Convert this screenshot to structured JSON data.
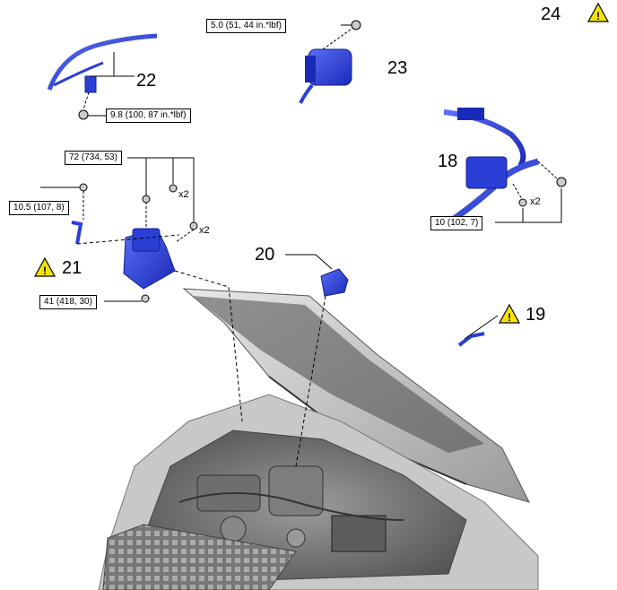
{
  "callouts": {
    "c18": "18",
    "c19": "19",
    "c20": "20",
    "c21": "21",
    "c22": "22",
    "c23": "23",
    "c24": "24"
  },
  "torque_specs": {
    "t23": "5.0 (51, 44 in.*lbf)",
    "t22": "9.8 (100, 87 in.*lbf)",
    "t21_main": "72 (734, 53)",
    "t21_left": "10.5 (107, 8)",
    "t21_nut": "41 (418, 30)",
    "t18": "10 (102, 7)"
  },
  "quantities": {
    "q21_a": "x2",
    "q21_b": "x2",
    "q18": "x2"
  },
  "icons": {
    "warning": "warning-triangle-icon",
    "warning_color": "#f5e400"
  },
  "colors": {
    "part_blue": "#2a3fd6",
    "part_dark": "#12208a",
    "engine_gray": "#8c8c8c"
  }
}
